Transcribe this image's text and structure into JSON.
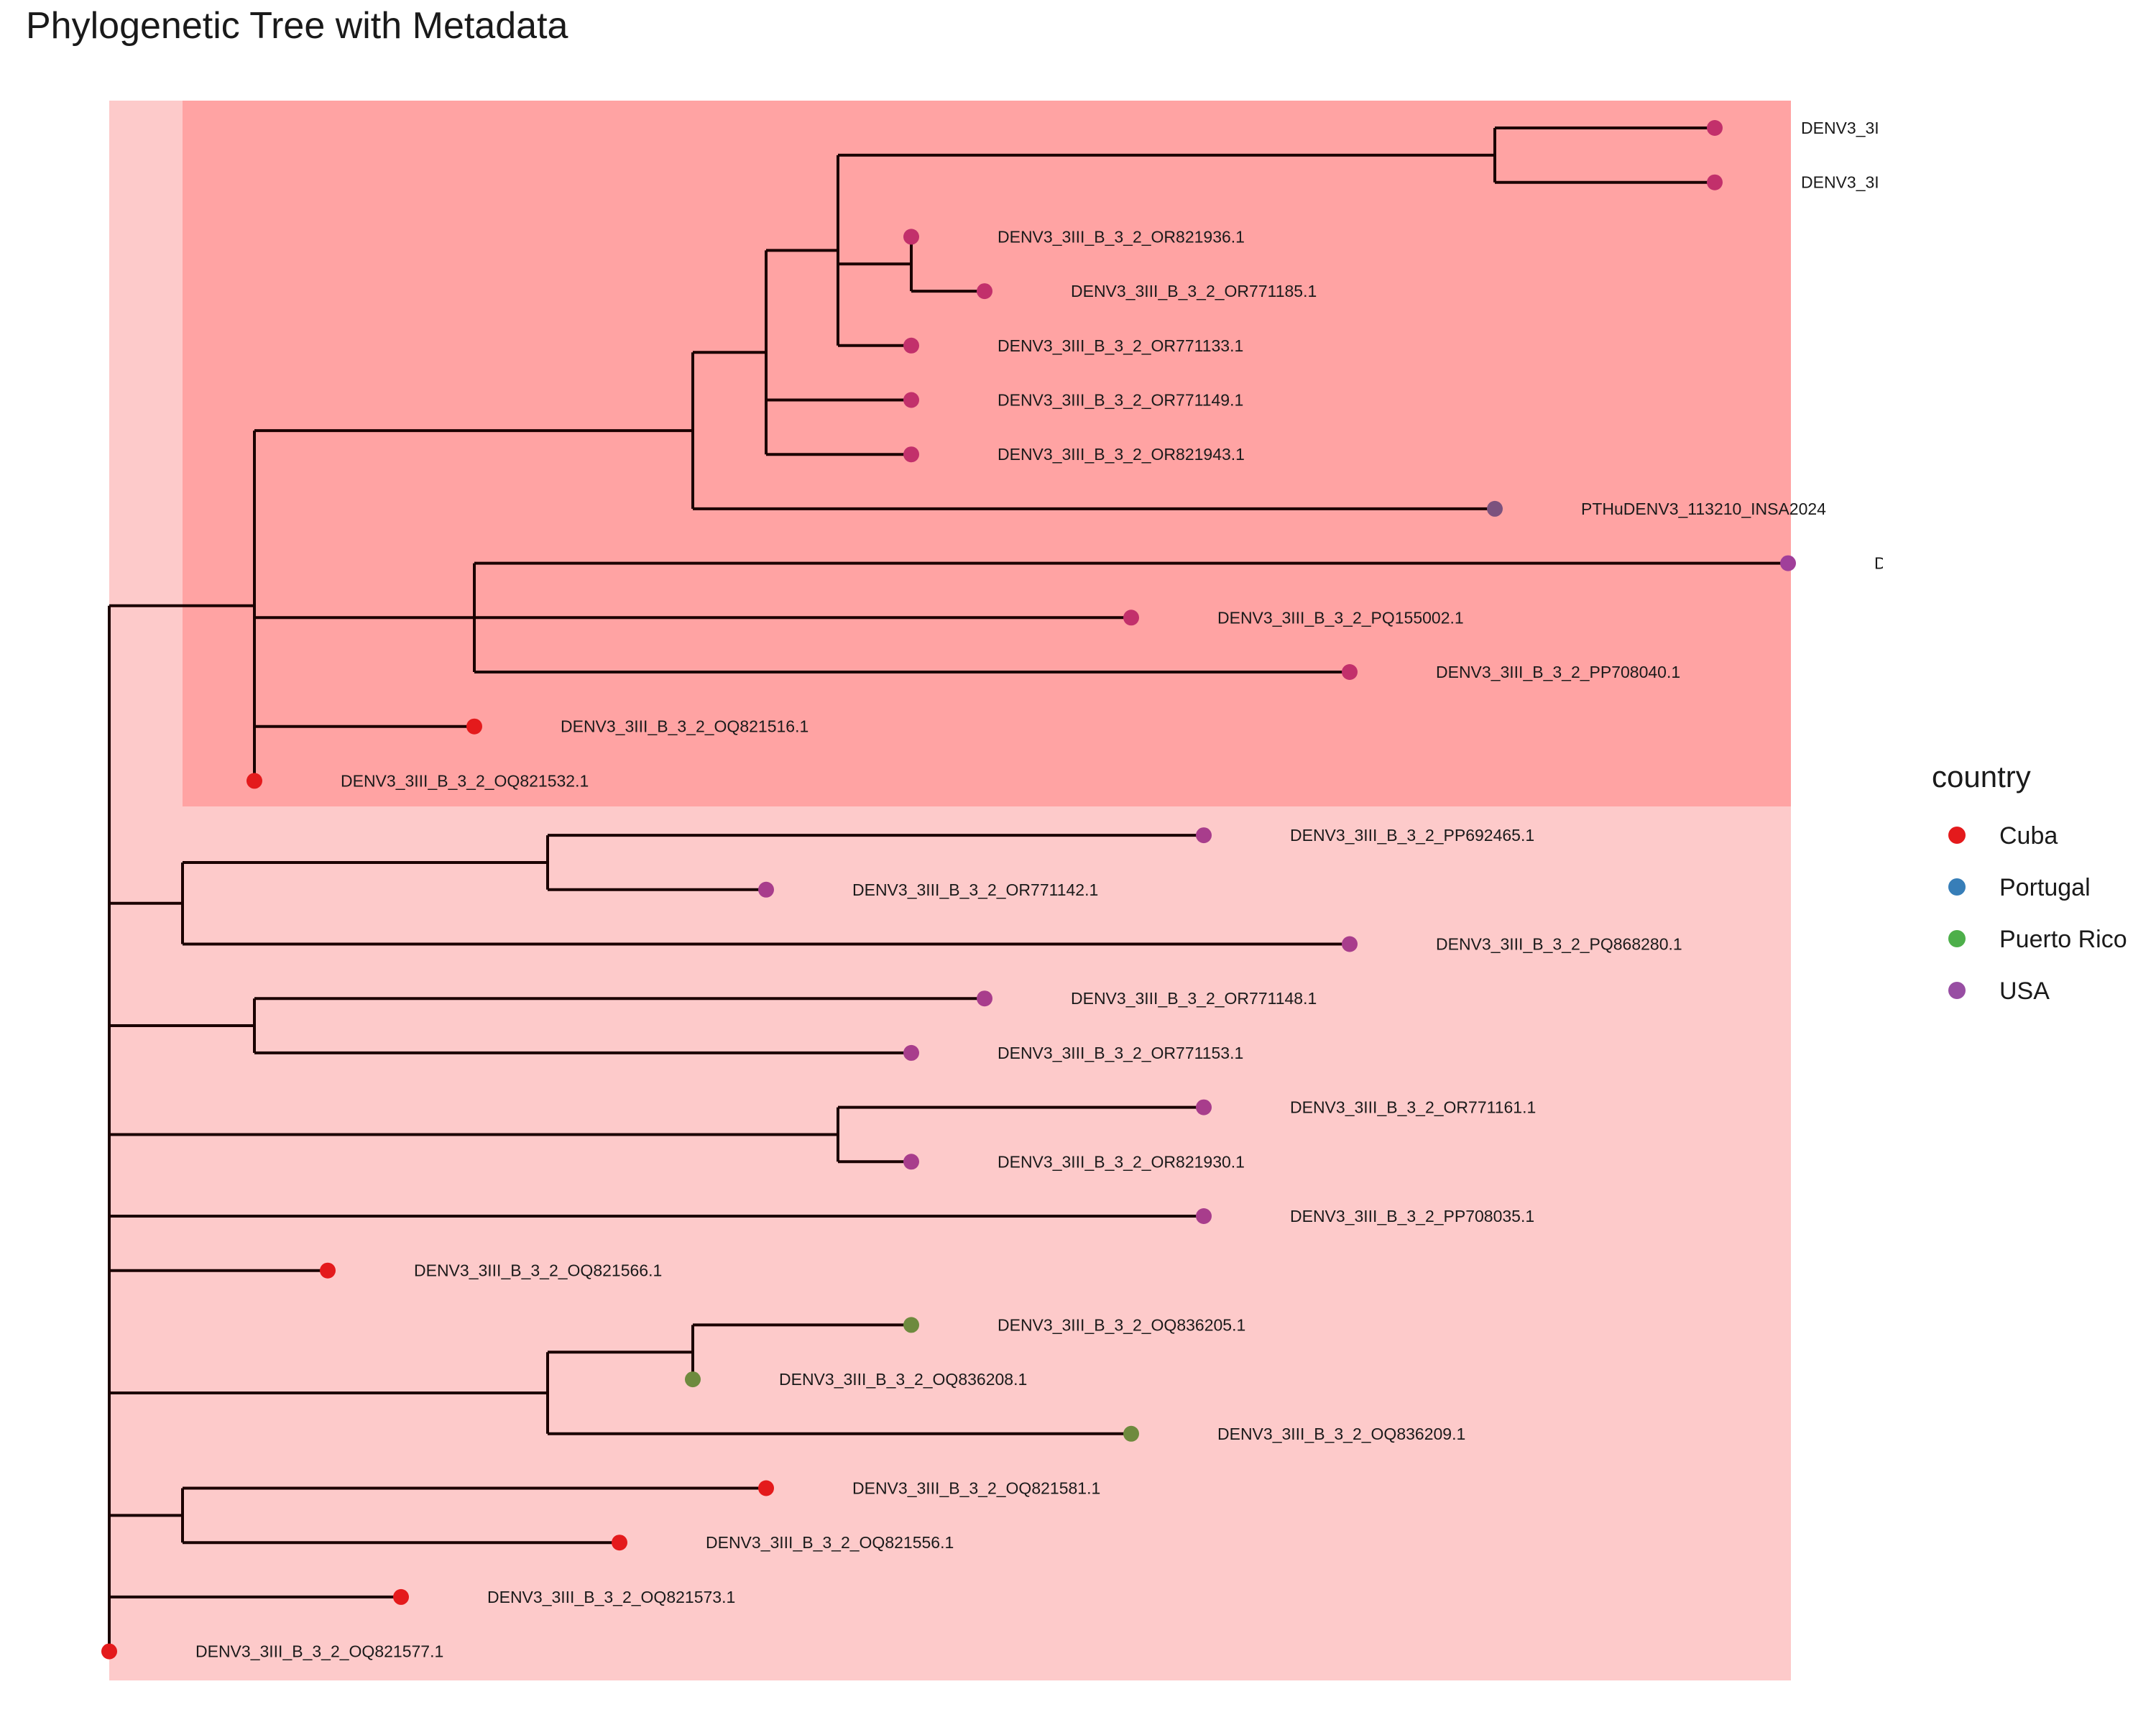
{
  "title": "Phylogenetic Tree with Metadata",
  "legend": {
    "title": "country",
    "items": [
      {
        "label": "Cuba",
        "color": "#e41a1c"
      },
      {
        "label": "Portugal",
        "color": "#377eb8"
      },
      {
        "label": "Puerto Rico",
        "color": "#4daf4a"
      },
      {
        "label": "USA",
        "color": "#984ea3"
      }
    ]
  },
  "clade_colors": {
    "outer": "#fdcaca",
    "inner": "#ffa3a3",
    "branch": "#1a0000"
  },
  "tips": [
    {
      "id": "t1",
      "label": "DENV3_3I",
      "color": "#c2306b"
    },
    {
      "id": "t2",
      "label": "DENV3_3I",
      "color": "#c2306b"
    },
    {
      "id": "t3",
      "label": "DENV3_3III_B_3_2_OR821936.1",
      "color": "#c2306b"
    },
    {
      "id": "t4",
      "label": "DENV3_3III_B_3_2_OR771185.1",
      "color": "#c2306b"
    },
    {
      "id": "t5",
      "label": "DENV3_3III_B_3_2_OR771133.1",
      "color": "#c2306b"
    },
    {
      "id": "t6",
      "label": "DENV3_3III_B_3_2_OR771149.1",
      "color": "#c2306b"
    },
    {
      "id": "t7",
      "label": "DENV3_3III_B_3_2_OR821943.1",
      "color": "#c2306b"
    },
    {
      "id": "t8",
      "label": "PTHuDENV3_113210_INSA2024",
      "color": "#7b527e"
    },
    {
      "id": "t9",
      "label": "D",
      "color": "#a03f9a"
    },
    {
      "id": "t10",
      "label": "DENV3_3III_B_3_2_PQ155002.1",
      "color": "#c2306b"
    },
    {
      "id": "t11",
      "label": "DENV3_3III_B_3_2_PP708040.1",
      "color": "#c2306b"
    },
    {
      "id": "t12",
      "label": "DENV3_3III_B_3_2_OQ821516.1",
      "color": "#e41a1c"
    },
    {
      "id": "t13",
      "label": "DENV3_3III_B_3_2_OQ821532.1",
      "color": "#e41a1c"
    },
    {
      "id": "t14",
      "label": "DENV3_3III_B_3_2_PP692465.1",
      "color": "#a83d8c"
    },
    {
      "id": "t15",
      "label": "DENV3_3III_B_3_2_OR771142.1",
      "color": "#a83d8c"
    },
    {
      "id": "t16",
      "label": "DENV3_3III_B_3_2_PQ868280.1",
      "color": "#a83d8c"
    },
    {
      "id": "t17",
      "label": "DENV3_3III_B_3_2_OR771148.1",
      "color": "#a83d8c"
    },
    {
      "id": "t18",
      "label": "DENV3_3III_B_3_2_OR771153.1",
      "color": "#a83d8c"
    },
    {
      "id": "t19",
      "label": "DENV3_3III_B_3_2_OR771161.1",
      "color": "#a83d8c"
    },
    {
      "id": "t20",
      "label": "DENV3_3III_B_3_2_OR821930.1",
      "color": "#a83d8c"
    },
    {
      "id": "t21",
      "label": "DENV3_3III_B_3_2_PP708035.1",
      "color": "#a83d8c"
    },
    {
      "id": "t22",
      "label": "DENV3_3III_B_3_2_OQ821566.1",
      "color": "#e41a1c"
    },
    {
      "id": "t23",
      "label": "DENV3_3III_B_3_2_OQ836205.1",
      "color": "#6e8a3e"
    },
    {
      "id": "t24",
      "label": "DENV3_3III_B_3_2_OQ836208.1",
      "color": "#6e8a3e"
    },
    {
      "id": "t25",
      "label": "DENV3_3III_B_3_2_OQ836209.1",
      "color": "#6e8a3e"
    },
    {
      "id": "t26",
      "label": "DENV3_3III_B_3_2_OQ821581.1",
      "color": "#e41a1c"
    },
    {
      "id": "t27",
      "label": "DENV3_3III_B_3_2_OQ821556.1",
      "color": "#e41a1c"
    },
    {
      "id": "t28",
      "label": "DENV3_3III_B_3_2_OQ821573.1",
      "color": "#e41a1c"
    },
    {
      "id": "t29",
      "label": "DENV3_3III_B_3_2_OQ821577.1",
      "color": "#e41a1c"
    }
  ]
}
